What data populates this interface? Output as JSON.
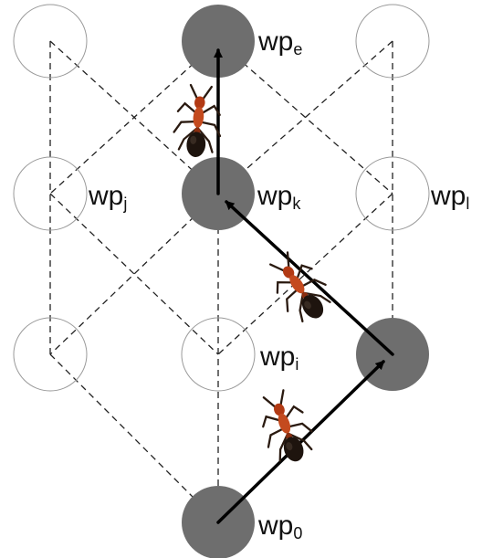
{
  "labels": {
    "wp_e": {
      "base": "wp",
      "sub": "e"
    },
    "wp_j": {
      "base": "wp",
      "sub": "j"
    },
    "wp_k": {
      "base": "wp",
      "sub": "k"
    },
    "wp_l": {
      "base": "wp",
      "sub": "l"
    },
    "wp_i": {
      "base": "wp",
      "sub": "i"
    },
    "wp_0": {
      "base": "wp",
      "sub": "0"
    }
  },
  "colors": {
    "visited_node": "#6e6e6e",
    "unvisited_node_stroke": "#9a9a9a",
    "dashed_edge": "#222222",
    "path_arrow": "#000000",
    "ant_body": "#c44a1e",
    "ant_abdomen": "#1e140e"
  },
  "icons": [
    "ant-icon"
  ]
}
